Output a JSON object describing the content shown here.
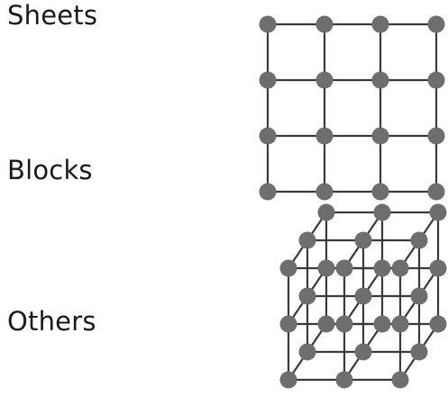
{
  "labels": {
    "sheets": "Sheets",
    "blocks": "Blocks",
    "others": "Others"
  },
  "colors": {
    "node": "#6e6e6e",
    "edge": "#3a3a3a",
    "text": "#1a1a1a",
    "background": "#ffffff"
  },
  "diagrams": {
    "grid": {
      "rows": 4,
      "cols": 4
    },
    "cube": {
      "size": 3
    }
  }
}
